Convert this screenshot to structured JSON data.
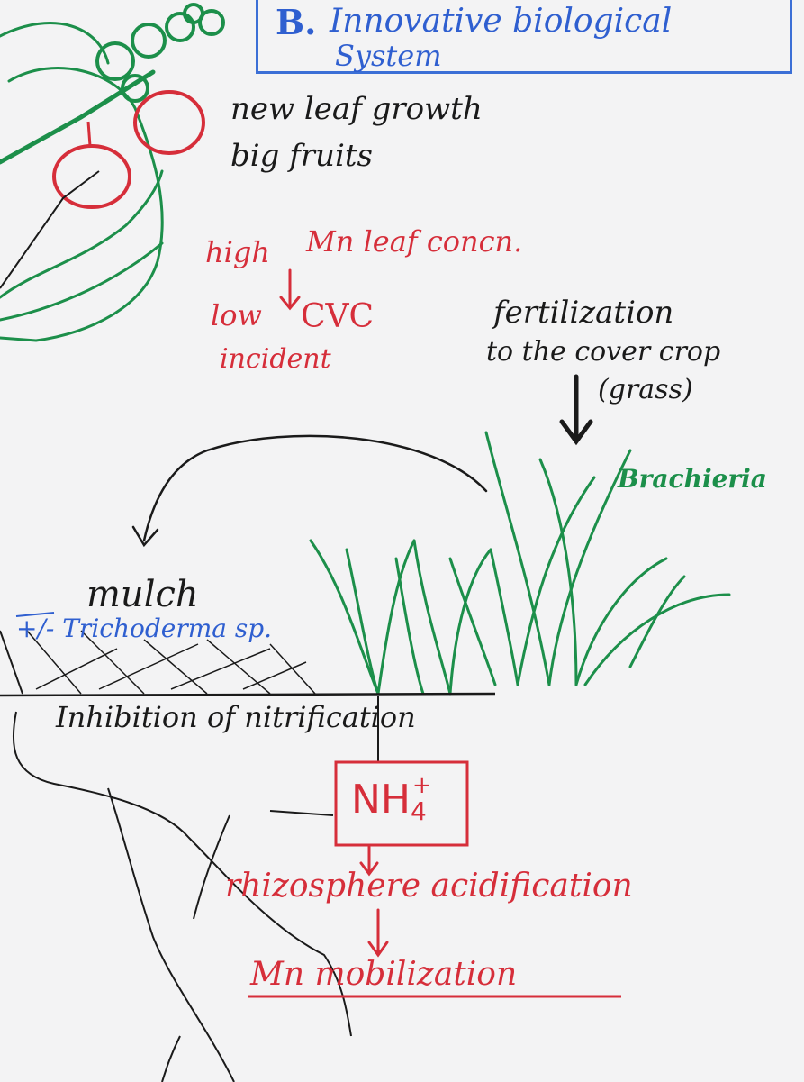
{
  "title": {
    "letter": "B.",
    "line1": "Innovative biological",
    "line2": "System"
  },
  "labels": {
    "new_leaf_growth": "new leaf growth",
    "big_fruits": "big fruits",
    "high": "high",
    "mn_leaf_concn": "Mn leaf concn.",
    "low": "low",
    "cvc": "CVC",
    "incident": "incident",
    "fertilization": "fertilization",
    "to_cover_crop": "to the cover crop",
    "grass": "(grass)",
    "brachieria": "Brachieria",
    "mulch": "mulch",
    "trichoderma": "+/- Trichoderma sp.",
    "inhibition": "Inhibition of nitrification",
    "nh4": "NH",
    "nh4_sub": "4",
    "nh4_sup": "+",
    "rhizosphere": "rhizosphere acidification",
    "mn_mobilization": "Mn mobilization"
  },
  "colors": {
    "blue": "#2f5fd0",
    "red": "#d62e3a",
    "green": "#1c8f4a",
    "black": "#1a1a1a",
    "paper": "#f3f3f4"
  }
}
